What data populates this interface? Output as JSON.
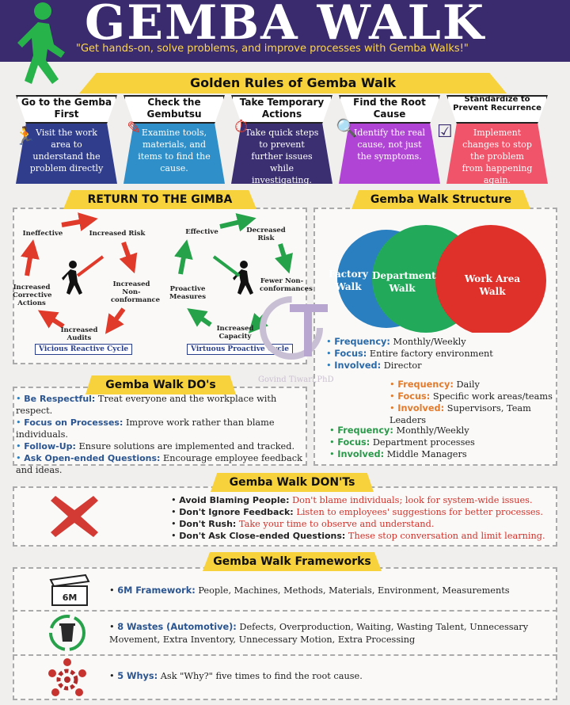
{
  "header": {
    "title": "GEMBA WALK",
    "subtitle": "\"Get hands-on, solve problems, and improve processes with Gemba Walks!\""
  },
  "golden_rules": {
    "title": "Golden Rules of Gemba Walk",
    "rules": [
      {
        "title": "Go to the Gemba First",
        "text": "Visit the work area to understand the problem directly",
        "color": "#2f3d8c"
      },
      {
        "title": "Check the Gembutsu",
        "text": "Examine tools, materials, and items to find the cause.",
        "color": "#2f8fc8"
      },
      {
        "title": "Take Temporary Actions",
        "text": "Take quick steps to prevent further issues while investigating.",
        "color": "#3b2f72"
      },
      {
        "title": "Find the Root Cause",
        "text": "Identify the real cause, not just the symptoms.",
        "color": "#b044d4"
      },
      {
        "title": "Standardize to Prevent Recurrence",
        "text": "Implement changes to stop the problem from happening again.",
        "color": "#f0546a"
      }
    ]
  },
  "return_to_gimba": {
    "title": "RETURN TO THE GIMBA",
    "vicious": {
      "label": "Vicious Reactive Cycle",
      "steps": [
        "Ineffective",
        "Increased Risk",
        "Increased Non-conformance",
        "Increased Audits",
        "Increased Corrective Actions"
      ],
      "color": "#e03a2a"
    },
    "virtuous": {
      "label": "Virtuous Proactive Cycle",
      "steps": [
        "Effective",
        "Decreased Risk",
        "Fewer Non-conformances",
        "Increased Capacity",
        "Proactive Measures"
      ],
      "color": "#26a24a"
    }
  },
  "structure": {
    "title": "Gemba Walk Structure",
    "circles": [
      {
        "label": "Factory Walk",
        "color": "#2a7fc0"
      },
      {
        "label": "Department Walk",
        "color": "#22a95a"
      },
      {
        "label": "Work Area Walk",
        "color": "#e0302a"
      }
    ],
    "factory": {
      "frequency_k": "Frequency:",
      "frequency": "Monthly/Weekly",
      "focus_k": "Focus:",
      "focus": "Entire factory environment",
      "involved_k": "Involved:",
      "involved": "Director"
    },
    "work_area": {
      "frequency_k": "Frequency:",
      "frequency": "Daily",
      "focus_k": "Focus:",
      "focus": "Specific work areas/teams",
      "involved_k": "Involved:",
      "involved": "Supervisors, Team Leaders"
    },
    "department": {
      "frequency_k": "Frequency:",
      "frequency": "Monthly/Weekly",
      "focus_k": "Focus:",
      "focus": "Department processes",
      "involved_k": "Involved:",
      "involved": "Middle Managers"
    }
  },
  "dos": {
    "title": "Gemba Walk DO's",
    "items": [
      {
        "k": "Be Respectful:",
        "v": "Treat everyone and the workplace with respect."
      },
      {
        "k": "Focus on Processes:",
        "v": "Improve work rather than blame individuals."
      },
      {
        "k": "Follow-Up:",
        "v": "Ensure solutions are implemented and tracked."
      },
      {
        "k": "Ask Open-ended Questions:",
        "v": "Encourage employee feedback and ideas."
      }
    ]
  },
  "donts": {
    "title": "Gemba Walk DON'Ts",
    "items": [
      {
        "k": "Avoid Blaming People:",
        "v": "Don't blame individuals; look for system-wide issues."
      },
      {
        "k": "Don't Ignore Feedback:",
        "v": "Listen to employees' suggestions for better processes."
      },
      {
        "k": "Don't Rush:",
        "v": "Take your time to observe and understand."
      },
      {
        "k": "Don't Ask Close-ended Questions:",
        "v": "These stop conversation and limit learning."
      }
    ]
  },
  "frameworks": {
    "title": "Gemba Walk Frameworks",
    "items": [
      {
        "k": "6M Framework:",
        "v": "People, Machines, Methods, Materials, Environment, Measurements",
        "icon_text": "6M"
      },
      {
        "k": "8 Wastes (Automotive):",
        "v": "Defects, Overproduction, Waiting, Wasting Talent, Unnecessary Movement, Extra Inventory, Unnecessary Motion, Extra Processing"
      },
      {
        "k": "5 Whys:",
        "v": "Ask \"Why?\" five times to find the root cause."
      }
    ]
  },
  "watermark": {
    "name": "Govind Tiwari,PhD"
  }
}
